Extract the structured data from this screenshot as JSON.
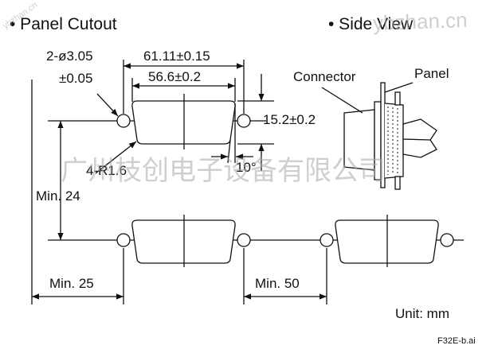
{
  "headings": {
    "panel_cutout": "• Panel Cutout",
    "side_view": "• Side View"
  },
  "labels": {
    "holes_a": "2-ø3.05",
    "holes_b": "±0.05",
    "width_outer": "61.11±0.15",
    "width_inner": "56.6±0.2",
    "height": "15.2±0.2",
    "radius": "4-R1.6",
    "angle": "10°",
    "min_vertical": "Min. 24",
    "min_left": "Min. 25",
    "min_between": "Min. 50",
    "connector": "Connector",
    "panel": "Panel",
    "unit": "Unit: mm",
    "file": "F32E-b.ai"
  },
  "watermarks": {
    "company": "广州枝创电子设备有限公司",
    "site": "ybzhan.cn",
    "corner": "ybzhan.cn"
  }
}
